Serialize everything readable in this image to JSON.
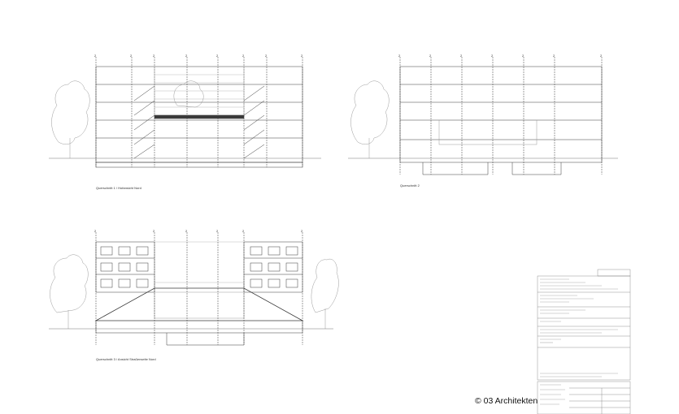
{
  "sections": [
    {
      "id": "s1",
      "caption": "Querschnitt 1 / Hofansicht Nord"
    },
    {
      "id": "s2",
      "caption": "Querschnitt 2"
    },
    {
      "id": "s3",
      "caption": "Querschnitt 3 / Ansicht Straßenseite Nord"
    }
  ],
  "copyright": "© 03 Architekten",
  "colors": {
    "line": "#3a3a3a",
    "light": "#9a9a9a",
    "paper": "#ffffff"
  }
}
